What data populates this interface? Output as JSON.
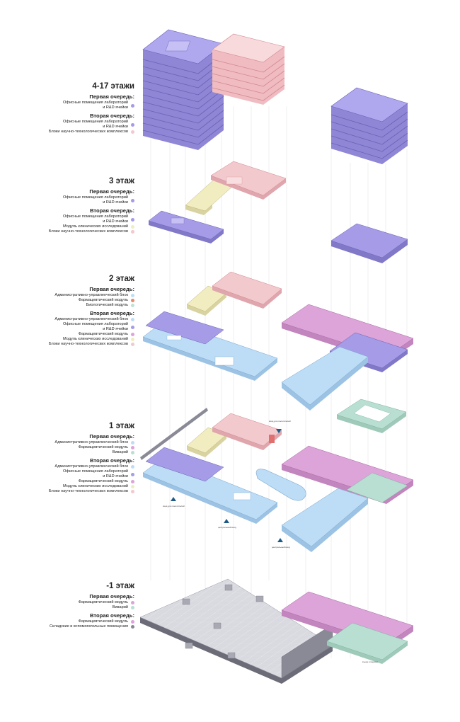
{
  "colors": {
    "office": "#a59be6",
    "rd": "#f2c9cd",
    "admin": "#bdddf6",
    "pharma": "#dca4d8",
    "bio": "#bfe2d2",
    "clinical": "#f1edc1",
    "vivarium": "#b9dfd3",
    "storage": "#8a8a96",
    "pharma_red": "#e88a6a"
  },
  "levels": [
    {
      "title": "4-17 этажи",
      "groups": [
        {
          "title": "Первая очередь:",
          "items": [
            {
              "label": "Офисные помещения лабораторий\nи R&D ячейки",
              "color": "#a59be6"
            }
          ]
        },
        {
          "title": "Вторая очередь:",
          "items": [
            {
              "label": "Офисные помещения лабораторий\nи R&D ячейки",
              "color": "#a59be6"
            },
            {
              "label": "Блоки научно-технологических комплексов",
              "color": "#f2c9cd"
            }
          ]
        }
      ]
    },
    {
      "title": "3 этаж",
      "groups": [
        {
          "title": "Первая очередь:",
          "items": [
            {
              "label": "Офисные помещения лабораторий\nи R&D ячейки",
              "color": "#a59be6"
            }
          ]
        },
        {
          "title": "Вторая очередь:",
          "items": [
            {
              "label": "Офисные помещения лабораторий\nи R&D ячейки",
              "color": "#a59be6"
            },
            {
              "label": "Модуль клинических исследований",
              "color": "#f1edc1"
            },
            {
              "label": "Блоки научно-технологических комплексов",
              "color": "#f2c9cd"
            }
          ]
        }
      ]
    },
    {
      "title": "2 этаж",
      "groups": [
        {
          "title": "Первая очередь:",
          "items": [
            {
              "label": "Административно-управленческий блок",
              "color": "#bdddf6"
            },
            {
              "label": "Фармацевтический модуль",
              "color": "#e88a6a"
            },
            {
              "label": "Биологический модуль",
              "color": "#bfe2d2"
            }
          ]
        },
        {
          "title": "Вторая очередь:",
          "items": [
            {
              "label": "Административно-управленческий блок",
              "color": "#bdddf6"
            },
            {
              "label": "Офисные помещения лабораторий\nи R&D ячейки",
              "color": "#a59be6"
            },
            {
              "label": "Фармацевтический модуль",
              "color": "#dca4d8"
            },
            {
              "label": "Модуль клинических исследований",
              "color": "#f1edc1"
            },
            {
              "label": "Блоки научно-технологических комплексов",
              "color": "#f2c9cd"
            }
          ]
        }
      ]
    },
    {
      "title": "1 этаж",
      "groups": [
        {
          "title": "Первая очередь:",
          "items": [
            {
              "label": "Административно-управленческий блок",
              "color": "#bdddf6"
            },
            {
              "label": "Фармацевтический модуль",
              "color": "#dca4d8"
            },
            {
              "label": "Виварий",
              "color": "#b9dfd3"
            }
          ]
        },
        {
          "title": "Вторая очередь:",
          "items": [
            {
              "label": "Административно-управленческий блок",
              "color": "#bdddf6"
            },
            {
              "label": "Офисные помещения лабораторий\nи R&D ячейки",
              "color": "#a59be6"
            },
            {
              "label": "Фармацевтический модуль",
              "color": "#dca4d8"
            },
            {
              "label": "Модуль клинических исследований",
              "color": "#f1edc1"
            },
            {
              "label": "Блоки научно-технологических комплексов",
              "color": "#f2c9cd"
            }
          ]
        }
      ]
    },
    {
      "title": "-1 этаж",
      "groups": [
        {
          "title": "Первая очередь:",
          "items": [
            {
              "label": "Фармацевтический модуль",
              "color": "#dca4d8"
            },
            {
              "label": "Виварий",
              "color": "#b9dfd3"
            }
          ]
        },
        {
          "title": "Вторая очередь:",
          "items": [
            {
              "label": "Фармацевтический модуль",
              "color": "#dca4d8"
            },
            {
              "label": "Складские и вспомогательные помещения",
              "color": "#8a8a96"
            }
          ]
        }
      ]
    }
  ],
  "annotations": {
    "entrance_1": "вход для\nпосетителей",
    "entrance_2": "вход для\nпосетителей",
    "entrance_3": "центральный\nвход",
    "entrance_4": "центральный\nвход",
    "entrance_5": "въезд\nв паркинг"
  }
}
